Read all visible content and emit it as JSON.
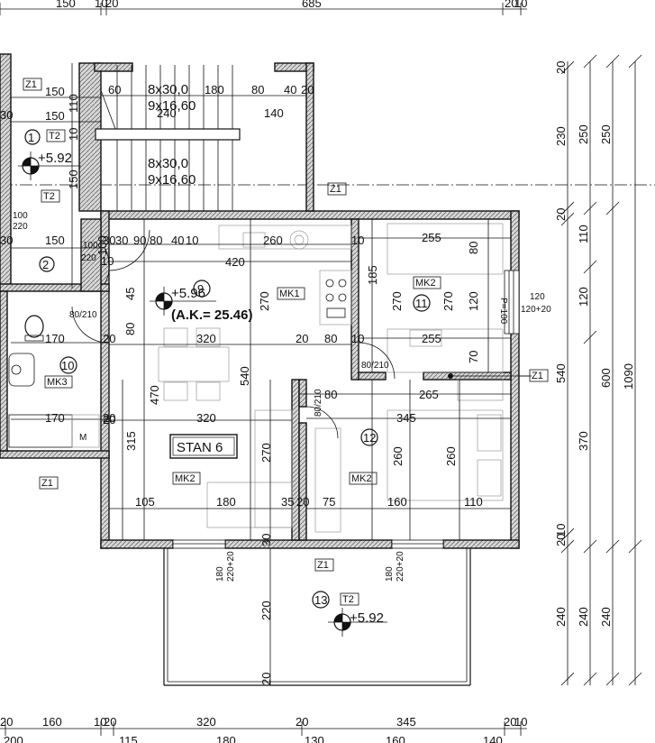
{
  "top_dims": [
    "150",
    "10",
    "20",
    "685",
    "20",
    "10"
  ],
  "bottom_dims": [
    "20",
    "160",
    "10",
    "20",
    "320",
    "20",
    "345",
    "20",
    "10"
  ],
  "bottom_dims_partial": [
    "200",
    "115",
    "180",
    "130",
    "160",
    "140"
  ],
  "right_dims": {
    "col1": [
      "20",
      "230",
      "20",
      "110",
      "120",
      "540",
      "370",
      "20",
      "10",
      "240"
    ],
    "col2": [
      "250",
      "600",
      "240"
    ],
    "col3": [
      "250",
      "1090",
      "240"
    ]
  },
  "stair": {
    "upper_a": "8x30,0",
    "upper_b": "9x16,60",
    "lower_a": "8x30,0",
    "lower_b": "9x16,60",
    "dims_row1": [
      "60",
      "180",
      "80",
      "40",
      "20"
    ],
    "dims_row2": [
      "240",
      "140"
    ],
    "left_dims": [
      "150",
      "150",
      "110",
      "10",
      "150"
    ]
  },
  "tags": {
    "z1": "Z1",
    "t2": "T2",
    "mk1": "MK1",
    "mk2": "MK2",
    "mk3": "MK3"
  },
  "rooms": {
    "r1": "1",
    "r2": "2",
    "r9": "9",
    "r10": "10",
    "r11": "11",
    "r12": "12",
    "r13": "13"
  },
  "levels": {
    "top_left": "+5.92",
    "living": "+5.96",
    "terrace": "+5.92",
    "area": "(A.K.= 25.46)"
  },
  "unit_label": "STAN 6",
  "parapet": "P=100",
  "doors": {
    "d100_220": [
      "100",
      "220"
    ],
    "d80_210_a": "80/210",
    "d80_210_b": "80/210",
    "d80_210_c": "80/210",
    "w120": [
      "120",
      "120+20"
    ],
    "w180a": [
      "180",
      "220+20"
    ],
    "w180b": [
      "180",
      "220+20"
    ],
    "d100_220b": [
      "100",
      "220"
    ]
  },
  "interior_dims": {
    "d30": "30",
    "d90": "90",
    "d40": "40",
    "d10a": "10",
    "d260": "260",
    "d10b": "10",
    "d255a": "255",
    "d80a": "80",
    "d420": "420",
    "d185": "185",
    "d270a": "270",
    "d120a": "120",
    "d270b": "270",
    "d270c": "270",
    "d45": "45",
    "d80b": "80",
    "d320a": "320",
    "d20a": "20",
    "d80c": "80",
    "d10c": "10",
    "d255b": "255",
    "d70": "70",
    "d540": "540",
    "d470": "470",
    "d80d": "80",
    "d265": "265",
    "d20b": "20",
    "d320b": "320",
    "d345": "345",
    "d315": "315",
    "d260a": "260",
    "d260b": "260",
    "d270d": "270",
    "d105": "105",
    "d180": "180",
    "d35": "35",
    "d20c": "20",
    "d75": "75",
    "d160": "160",
    "d110": "110",
    "d30b": "30",
    "d220": "220",
    "d20d": "20",
    "d150a": "150",
    "d150b": "150",
    "d170a": "170",
    "d170b": "170",
    "d20e": "20",
    "d20f": "20",
    "d30c": "30",
    "d80e": "80",
    "d30d": "30",
    "d10d": "10"
  }
}
